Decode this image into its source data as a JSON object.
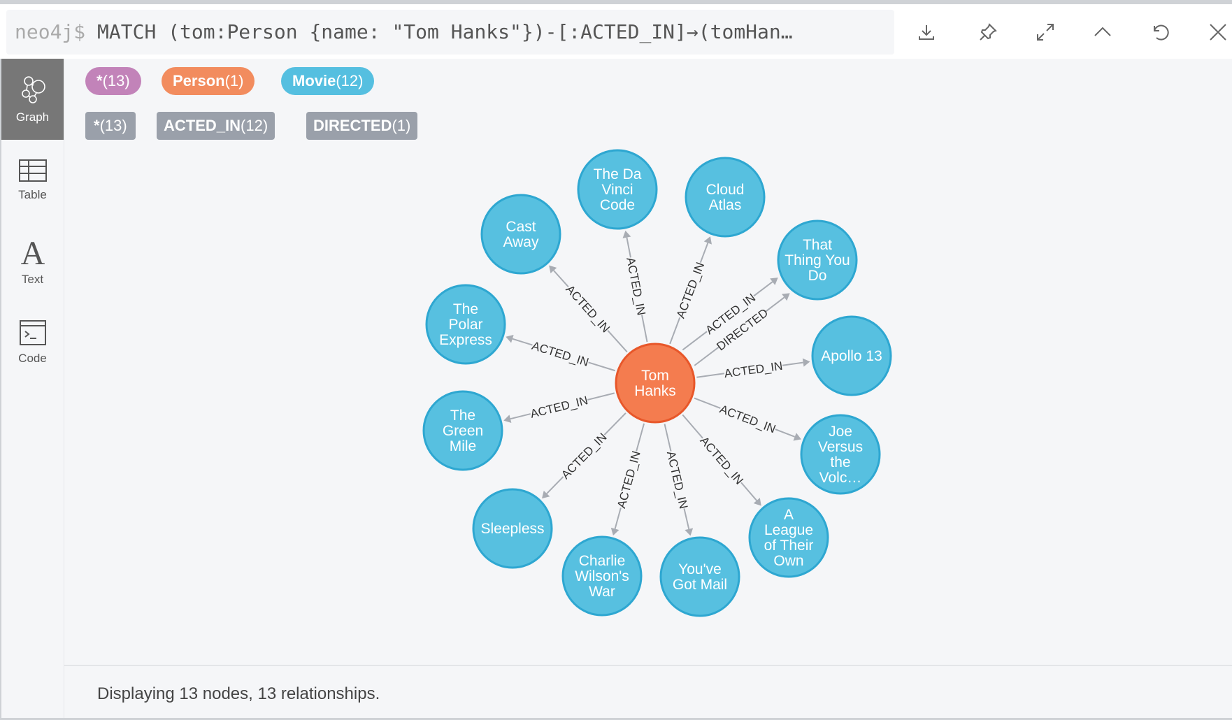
{
  "query": {
    "prompt": "neo4j$",
    "text": " MATCH (tom:Person {name: \"Tom Hanks\"})-[:ACTED_IN]→(tomHan…"
  },
  "toolbar": [
    "download-icon",
    "pin-icon",
    "expand-icon",
    "collapse-icon",
    "rerun-icon",
    "close-icon"
  ],
  "sidebar": [
    {
      "label": "Graph",
      "icon": "graph-icon"
    },
    {
      "label": "Table",
      "icon": "table-icon"
    },
    {
      "label": "Text",
      "icon": "text-icon"
    },
    {
      "label": "Code",
      "icon": "code-icon"
    }
  ],
  "node_labels": [
    {
      "name": "*",
      "count": "(13)",
      "color": "#c283b9"
    },
    {
      "name": "Person",
      "count": "(1)",
      "color": "#f28c5e"
    },
    {
      "name": "Movie",
      "count": "(12)",
      "color": "#55bfe0"
    }
  ],
  "rel_types": [
    {
      "name": "*",
      "count": "(13)"
    },
    {
      "name": "ACTED_IN",
      "count": "(12)"
    },
    {
      "name": "DIRECTED",
      "count": "(1)"
    }
  ],
  "colors": {
    "person": "#f47c4f",
    "person_border": "#e8572a",
    "movie": "#57c0e0",
    "movie_border": "#2ea7d1",
    "rel_pill": "#9aa0aa",
    "edge": "#a8acb3"
  },
  "graph": {
    "center": {
      "lines": [
        "Tom",
        "Hanks"
      ]
    },
    "nodes": [
      {
        "lines": [
          "Cast",
          "Away"
        ],
        "rels": [
          "ACTED_IN"
        ]
      },
      {
        "lines": [
          "The Da",
          "Vinci",
          "Code"
        ],
        "rels": [
          "ACTED_IN"
        ]
      },
      {
        "lines": [
          "Cloud",
          "Atlas"
        ],
        "rels": [
          "ACTED_IN"
        ]
      },
      {
        "lines": [
          "That",
          "Thing You",
          "Do"
        ],
        "rels": [
          "ACTED_IN",
          "DIRECTED"
        ]
      },
      {
        "lines": [
          "Apollo 13"
        ],
        "rels": [
          "ACTED_IN"
        ]
      },
      {
        "lines": [
          "Joe",
          "Versus",
          "the",
          "Volc…"
        ],
        "rels": [
          "ACTED_IN"
        ]
      },
      {
        "lines": [
          "A",
          "League",
          "of Their",
          "Own"
        ],
        "rels": [
          "ACTED_IN"
        ]
      },
      {
        "lines": [
          "You've",
          "Got Mail"
        ],
        "rels": [
          "ACTED_IN"
        ]
      },
      {
        "lines": [
          "Charlie",
          "Wilson's",
          "War"
        ],
        "rels": [
          "ACTED_IN"
        ]
      },
      {
        "lines": [
          "Sleepless"
        ],
        "rels": [
          "ACTED_IN"
        ]
      },
      {
        "lines": [
          "The",
          "Green",
          "Mile"
        ],
        "rels": [
          "ACTED_IN"
        ]
      },
      {
        "lines": [
          "The",
          "Polar",
          "Express"
        ],
        "rels": [
          "ACTED_IN"
        ]
      }
    ]
  },
  "footer": "Displaying 13 nodes, 13 relationships."
}
